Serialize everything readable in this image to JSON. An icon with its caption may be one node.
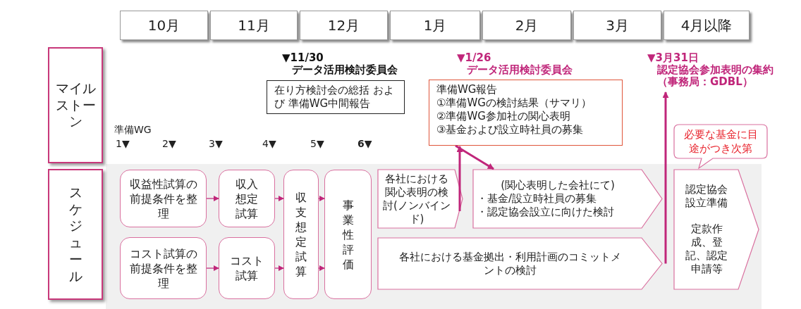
{
  "diagram": {
    "nodes": [
      {
        "text": [
          "10月"
        ]
      },
      {
        "text": [
          "11月"
        ]
      },
      {
        "text": [
          "12月"
        ]
      },
      {
        "text": [
          "1月"
        ]
      },
      {
        "text": [
          "2月"
        ]
      },
      {
        "text": [
          "3月"
        ]
      },
      {
        "text": [
          "4月以降"
        ]
      },
      {
        "text": [
          "マイルストーン"
        ]
      },
      {
        "text": [
          "スケジュール"
        ]
      },
      {
        "text": [
          "▼11/30",
          "データ活用検討委員会",
          "在り方検討会の総括 および 準備WG中間報告"
        ]
      },
      {
        "text": [
          "▼1/26",
          "データ活用検討委員会",
          "準備WG報告",
          "①準備WGの検討結果（サマリ）",
          "②準備WG参加社の関心表明",
          "③基金および設立時社員の募集"
        ]
      },
      {
        "text": [
          "▼3月31日",
          "認定協会参加表明の集約（事務局：GDBL）"
        ]
      },
      {
        "text": [
          "必要な基金に目途がつき次第"
        ]
      },
      {
        "text": [
          "収益性試算の前提条件を整理"
        ]
      },
      {
        "text": [
          "コスト試算の前提条件を整理"
        ]
      },
      {
        "text": [
          "収入想定試算"
        ]
      },
      {
        "text": [
          "コスト試算"
        ]
      },
      {
        "text": [
          "収支想定試算"
        ]
      },
      {
        "text": [
          "事業性評価"
        ]
      },
      {
        "text": [
          "各社における関心表明の検討(ノンバインド)"
        ]
      },
      {
        "text": [
          "(関心表明した会社にて)",
          "・基金/設立時社員の募集",
          "・認定協会設立に向けた検討"
        ]
      },
      {
        "text": [
          "各社における基金拠出・利用計画のコミットメントの検討"
        ]
      },
      {
        "text": [
          "認定協会設立準備",
          "定款作成、登記、認定申請等"
        ]
      }
    ],
    "edges": [
      {
        "from": 13,
        "to": 15,
        "arrow": "to"
      },
      {
        "from": 15,
        "to": 17,
        "arrow": "to"
      },
      {
        "from": 17,
        "to": 18,
        "arrow": "to"
      },
      {
        "from": 14,
        "to": 16,
        "arrow": "to"
      },
      {
        "from": 16,
        "to": 17,
        "arrow": "to"
      },
      {
        "from": 17,
        "to": 18,
        "arrow": "to"
      },
      {
        "from": 19,
        "to": 10,
        "arrow": "to",
        "color": "#c0267a",
        "style": "thick"
      },
      {
        "from": 10,
        "to": 20,
        "arrow": "to",
        "color": "#c0267a",
        "style": "thick"
      },
      {
        "from": 21,
        "to": 11,
        "arrow": "to",
        "color": "#c0267a",
        "style": "thick"
      }
    ],
    "labels": [
      "準備WG",
      "1▼",
      "2▼",
      "3▼",
      "4▼",
      "5▼",
      "6▼"
    ]
  }
}
